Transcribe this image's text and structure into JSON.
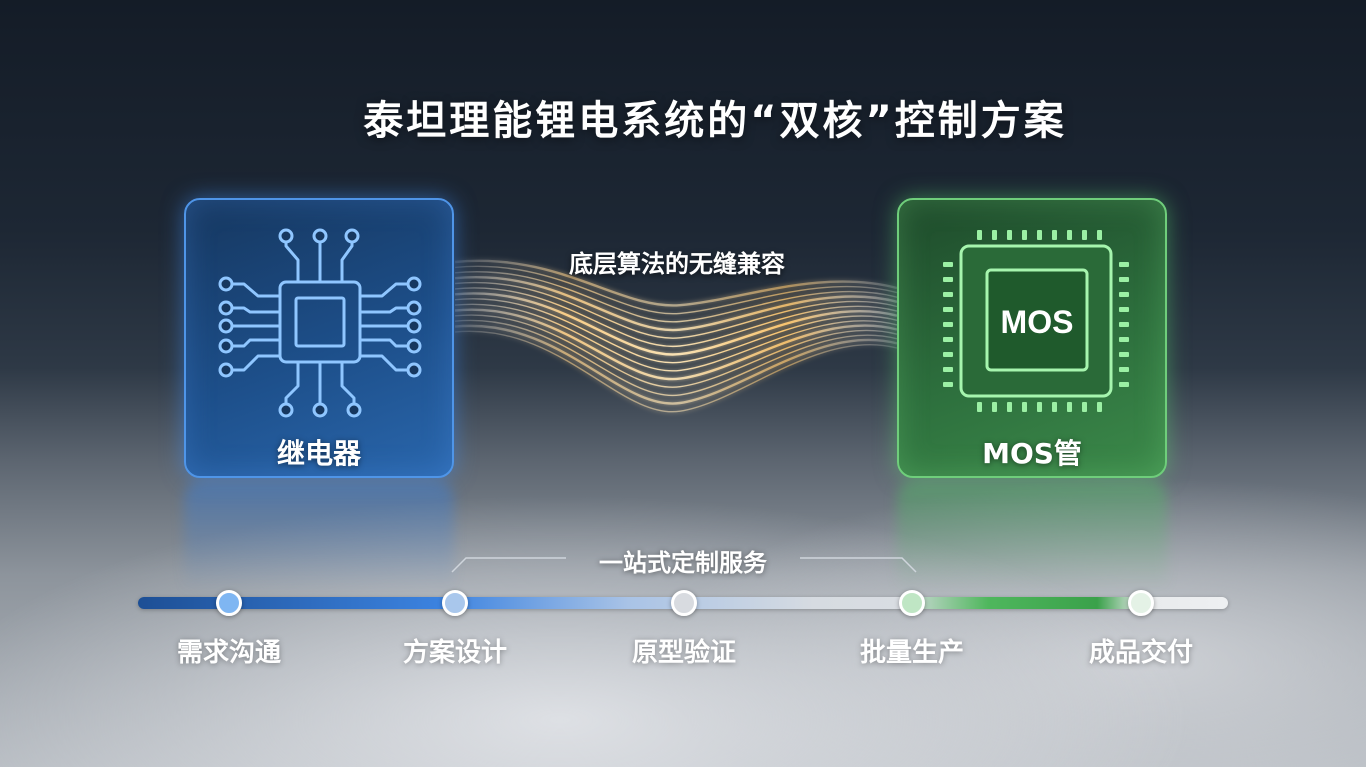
{
  "title": "泰坦理能锂电系统的“双核”控制方案",
  "connector_label": "底层算法的无缝兼容",
  "left_card": {
    "label": "继电器",
    "icon": "circuit-chip-icon",
    "color": "#3c83e0"
  },
  "right_card": {
    "label": "MOS管",
    "chip_text": "MOS",
    "icon": "mos-chip-icon",
    "color": "#4fb75d"
  },
  "service_label": "一站式定制服务",
  "steps": [
    {
      "label": "需求沟通",
      "color": "#7fb6f2"
    },
    {
      "label": "方案设计",
      "color": "#a9c7ec"
    },
    {
      "label": "原型验证",
      "color": "#d8dbe0"
    },
    {
      "label": "批量生产",
      "color": "#bfe6c4"
    },
    {
      "label": "成品交付",
      "color": "#e4f2e6"
    }
  ]
}
